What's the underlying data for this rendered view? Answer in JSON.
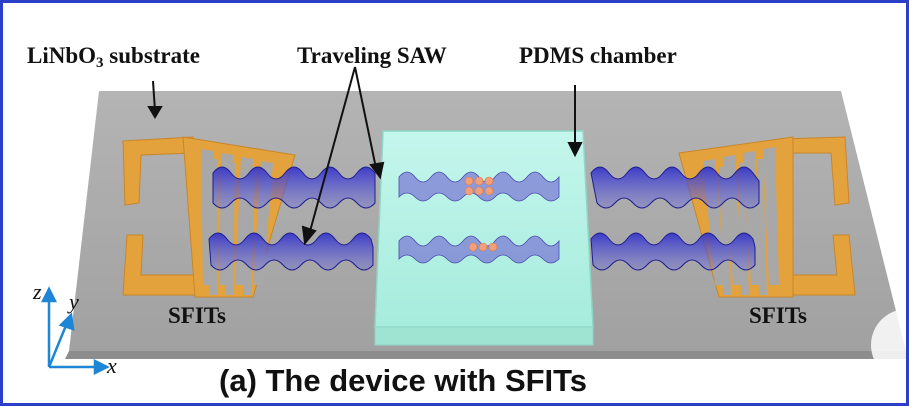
{
  "labels": {
    "substrate_main": "LiNbO",
    "substrate_sub": "3",
    "substrate_tail": " substrate",
    "traveling": "Traveling SAW",
    "pdms": "PDMS chamber",
    "sfits_left": "SFITs",
    "sfits_right": "SFITs"
  },
  "axes": {
    "x": "x",
    "y": "y",
    "z": "z"
  },
  "caption": "(a) The device with SFITs",
  "colors": {
    "frame": "#2b3fc8",
    "substrate": "#a8a8a8",
    "electrode": "#e3a23c",
    "wave": "#2a2bb0",
    "chamber": "#b7f2e6",
    "particle": "#f2a07a",
    "axis": "#1f86d6"
  }
}
